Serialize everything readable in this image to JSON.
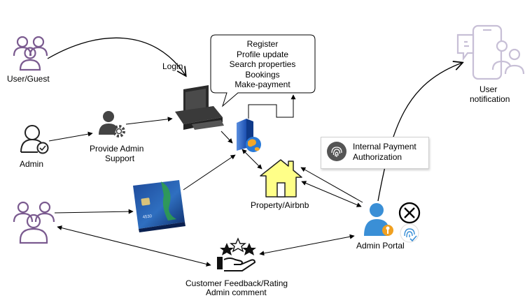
{
  "callout": {
    "items": [
      "Register",
      "Profile update",
      "Search properties",
      "Bookings",
      "Make-payment"
    ]
  },
  "labels": {
    "user_guest": "User/Guest",
    "login": "Login",
    "admin": "Admin",
    "provide_admin_support_1": "Provide Admin",
    "provide_admin_support_2": "Support",
    "property": "Property/Airbnb",
    "user_notification_1": "User",
    "user_notification_2": "notification",
    "internal_payment_1": "Internal Payment",
    "internal_payment_2": "Authorization",
    "admin_portal": "Admin Portal",
    "feedback_1": "Customer Feedback/Rating",
    "feedback_2": "Admin comment",
    "card_number": "4530"
  },
  "icons": {
    "user_group": "users-group-icon",
    "admin_user": "admin-user-check-icon",
    "admin_support": "user-gear-icon",
    "computer": "computer-icon",
    "server": "server-globe-icon",
    "house": "house-icon",
    "credit_card": "credit-card-icon",
    "fingerprint": "fingerprint-icon",
    "admin_portal": "user-key-icon",
    "close": "close-circle-icon",
    "fingerprint_check": "fingerprint-check-icon",
    "feedback": "hand-stars-icon",
    "notification": "phone-chat-user-icon"
  },
  "colors": {
    "user_icon": "#7a5a8f",
    "faded_icon": "#c7bfd6",
    "house_fill": "#ffff88",
    "admin_portal_blue": "#3a8fd6",
    "key_orange": "#f0a020"
  }
}
